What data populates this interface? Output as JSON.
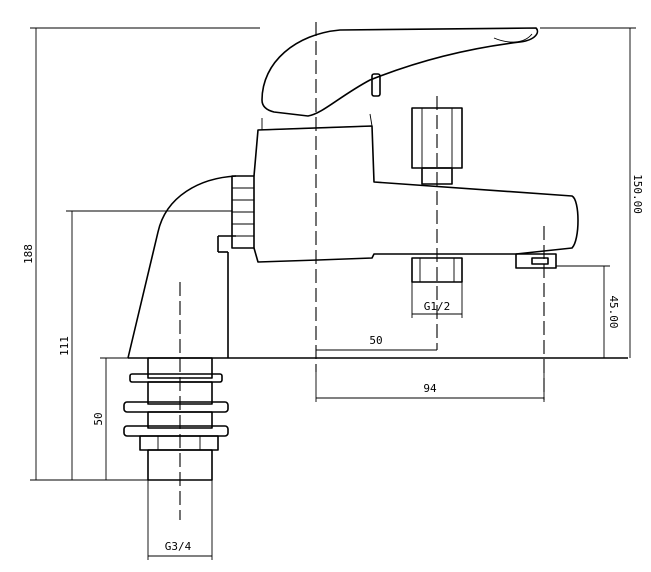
{
  "dimensions": {
    "overall_height": "188",
    "spout_height": "111",
    "tail_height": "50",
    "tail_thread": "G3/4",
    "spout_depth": "50",
    "spout_reach": "94",
    "outlet_height": "45.00",
    "body_height": "150.00",
    "diverter_thread": "G1/2"
  },
  "colors": {
    "line": "#000000",
    "background": "#ffffff"
  }
}
